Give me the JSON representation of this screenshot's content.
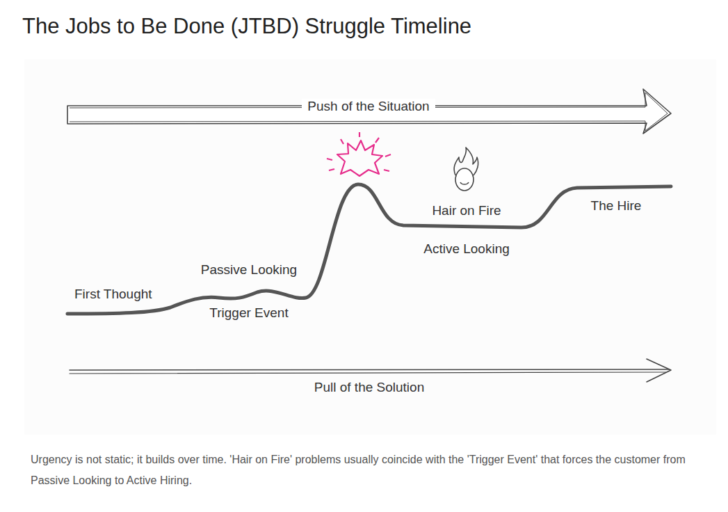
{
  "diagram": {
    "title": "The Jobs to Be Done (JTBD) Struggle Timeline",
    "caption": "Urgency is not static; it builds over time. 'Hair on Fire' problems usually coincide with the 'Trigger Event' that forces the customer from Passive Looking to Active Hiring.",
    "labels": [
      "Push of the Situation",
      "First Thought",
      "Passive Looking",
      "Trigger Event",
      "Hair on Fire",
      "Active Looking",
      "The Hire",
      "Pull of the Solution"
    ]
  }
}
